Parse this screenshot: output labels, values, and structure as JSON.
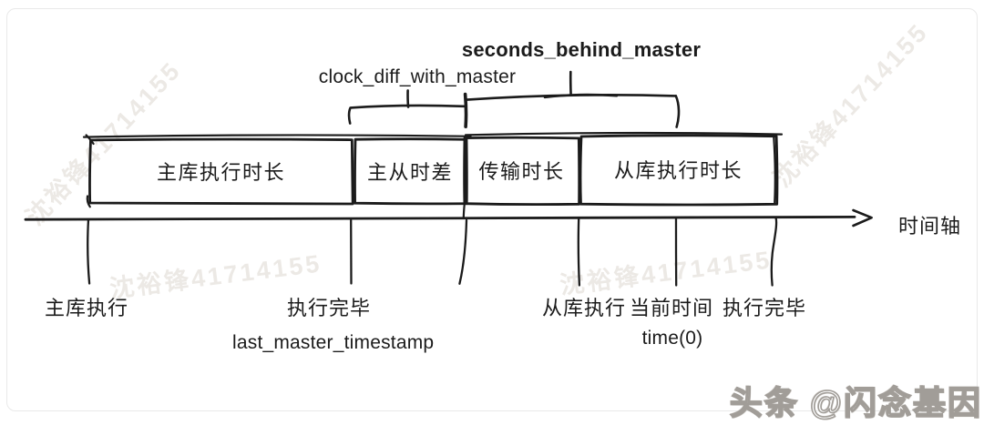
{
  "annotations": {
    "seconds_behind_master": "seconds_behind_master",
    "clock_diff_with_master": "clock_diff_with_master",
    "last_master_timestamp": "last_master_timestamp",
    "time_zero": "time(0)"
  },
  "boxes": [
    {
      "label": "主库执行时长"
    },
    {
      "label": "主从时差"
    },
    {
      "label": "传输时长"
    },
    {
      "label": "从库执行时长"
    }
  ],
  "axis": {
    "label": "时间轴"
  },
  "tick_labels": [
    {
      "label": "主库执行"
    },
    {
      "label": "执行完毕"
    },
    {
      "label": "从库执行"
    },
    {
      "label": "当前时间"
    },
    {
      "label": "执行完毕"
    }
  ],
  "watermarks": {
    "faint": "沈裕锋41714155",
    "site": "头条 @闪念基因"
  },
  "colors": {
    "ink": "#1b1b1b",
    "faint_watermark": "#ece9e5",
    "card_border": "#e9e9e9"
  }
}
